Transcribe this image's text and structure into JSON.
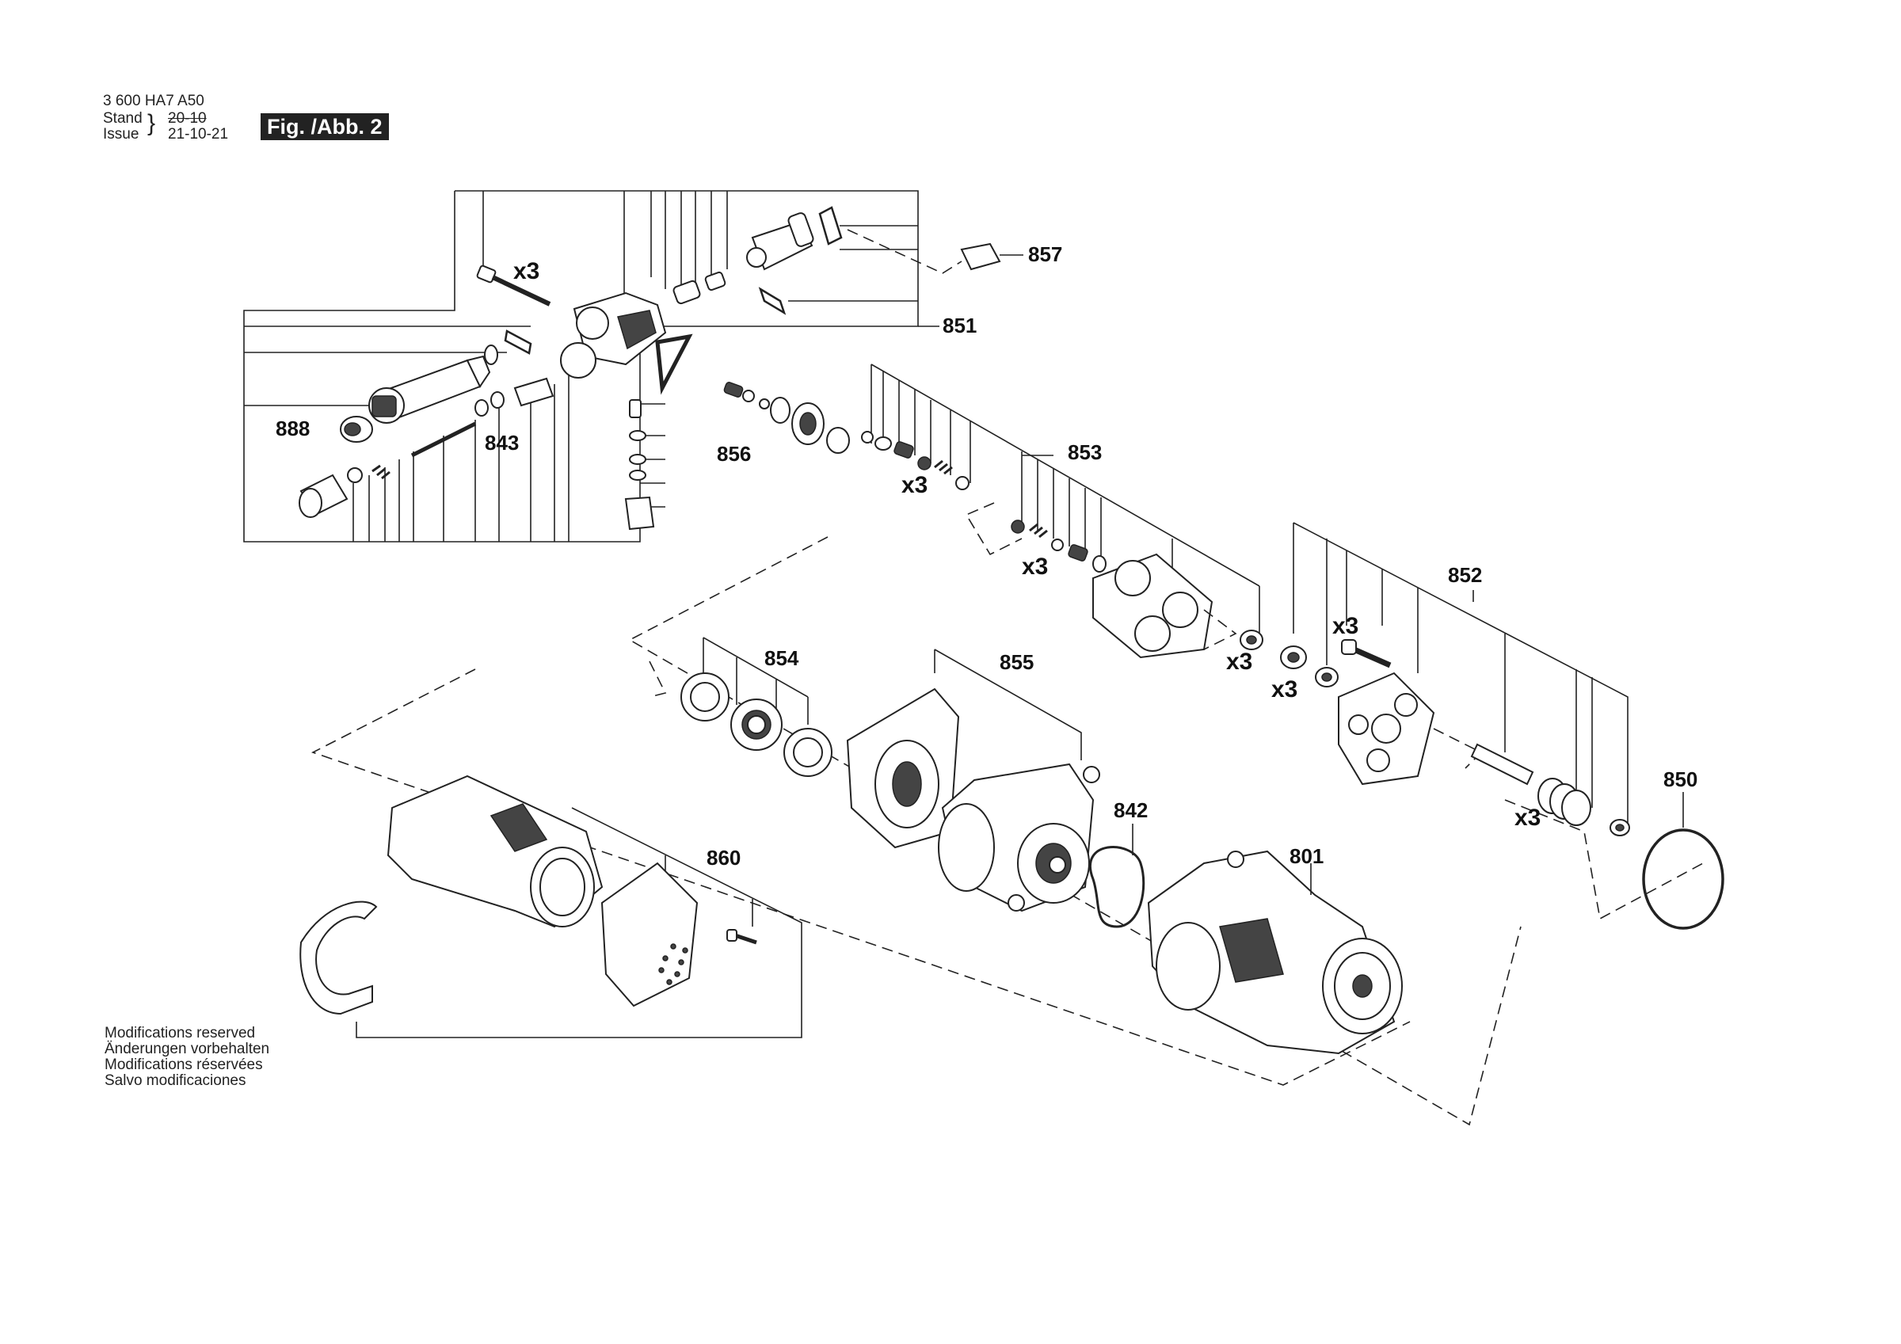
{
  "header": {
    "doc_number": "3 600 HA7 A50",
    "stand_label": "Stand",
    "issue_label": "Issue",
    "old_date": "20-10",
    "issue_date": "21-10-21",
    "figure_label": "Fig. /Abb. 2"
  },
  "callouts": {
    "p801": "801",
    "p842": "842",
    "p843": "843",
    "p850": "850",
    "p851": "851",
    "p852": "852",
    "p853": "853",
    "p854": "854",
    "p855": "855",
    "p856": "856",
    "p857": "857",
    "p860": "860",
    "p888": "888"
  },
  "quantities": {
    "bolts_top": "x3",
    "valves_853_a": "x3",
    "valves_853_b": "x3",
    "seal_853": "x3",
    "seal_852_a": "x3",
    "screws_852": "x3",
    "springs_852": "x3"
  },
  "footer": {
    "notes": [
      "Modifications reserved",
      "Änderungen vorbehalten",
      "Modifications réservées",
      "Salvo modificaciones"
    ]
  },
  "colors": {
    "ink": "#222222",
    "badge_bg": "#222222",
    "badge_text": "#ffffff"
  }
}
